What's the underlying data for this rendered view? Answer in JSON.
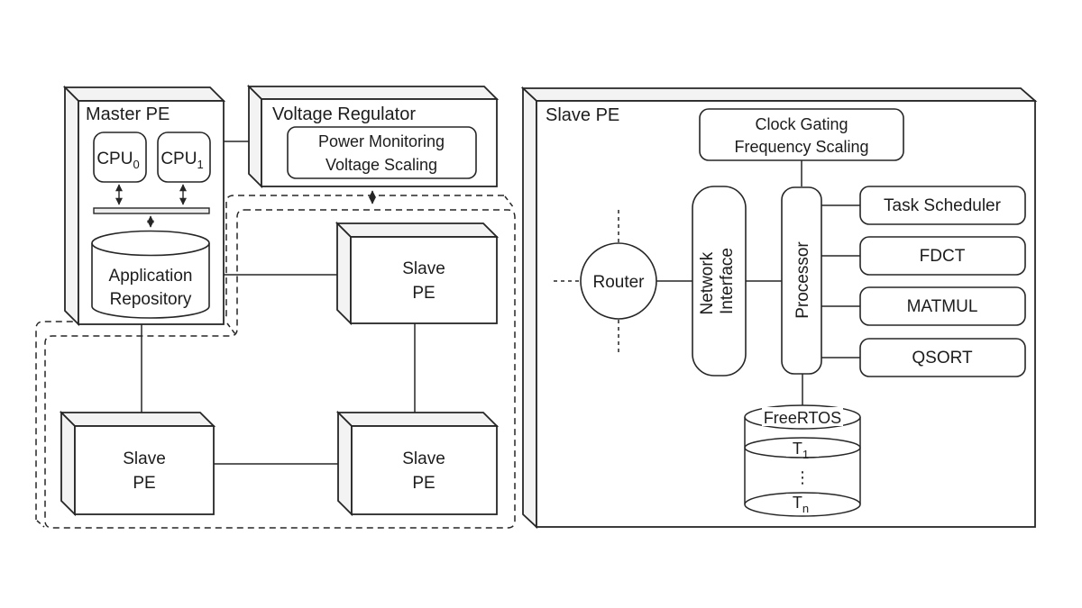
{
  "style": {
    "line_color": "#262626",
    "face_fill": "#f3f3f3",
    "background": "#ffffff"
  },
  "left": {
    "master": {
      "title": "Master PE",
      "cpu0_base": "CPU",
      "cpu0_sub": "0",
      "cpu1_base": "CPU",
      "cpu1_sub": "1",
      "repo_line1": "Application",
      "repo_line2": "Repository"
    },
    "vr": {
      "title": "Voltage Regulator",
      "inner1": "Power Monitoring",
      "inner2": "Voltage Scaling"
    },
    "slaves": [
      {
        "line1": "Slave",
        "line2": "PE"
      },
      {
        "line1": "Slave",
        "line2": "PE"
      },
      {
        "line1": "Slave",
        "line2": "PE"
      }
    ]
  },
  "right": {
    "title": "Slave PE",
    "clock1": "Clock Gating",
    "clock2": "Frequency Scaling",
    "router": "Router",
    "ni1": "Network",
    "ni2": "Interface",
    "processor": "Processor",
    "modules": [
      "Task Scheduler",
      "FDCT",
      "MATMUL",
      "QSORT"
    ],
    "rtos": {
      "title": "FreeRTOS",
      "t1_base": "T",
      "t1_sub": "1",
      "dots": "⋮",
      "tn_base": "T",
      "tn_sub": "n"
    }
  }
}
